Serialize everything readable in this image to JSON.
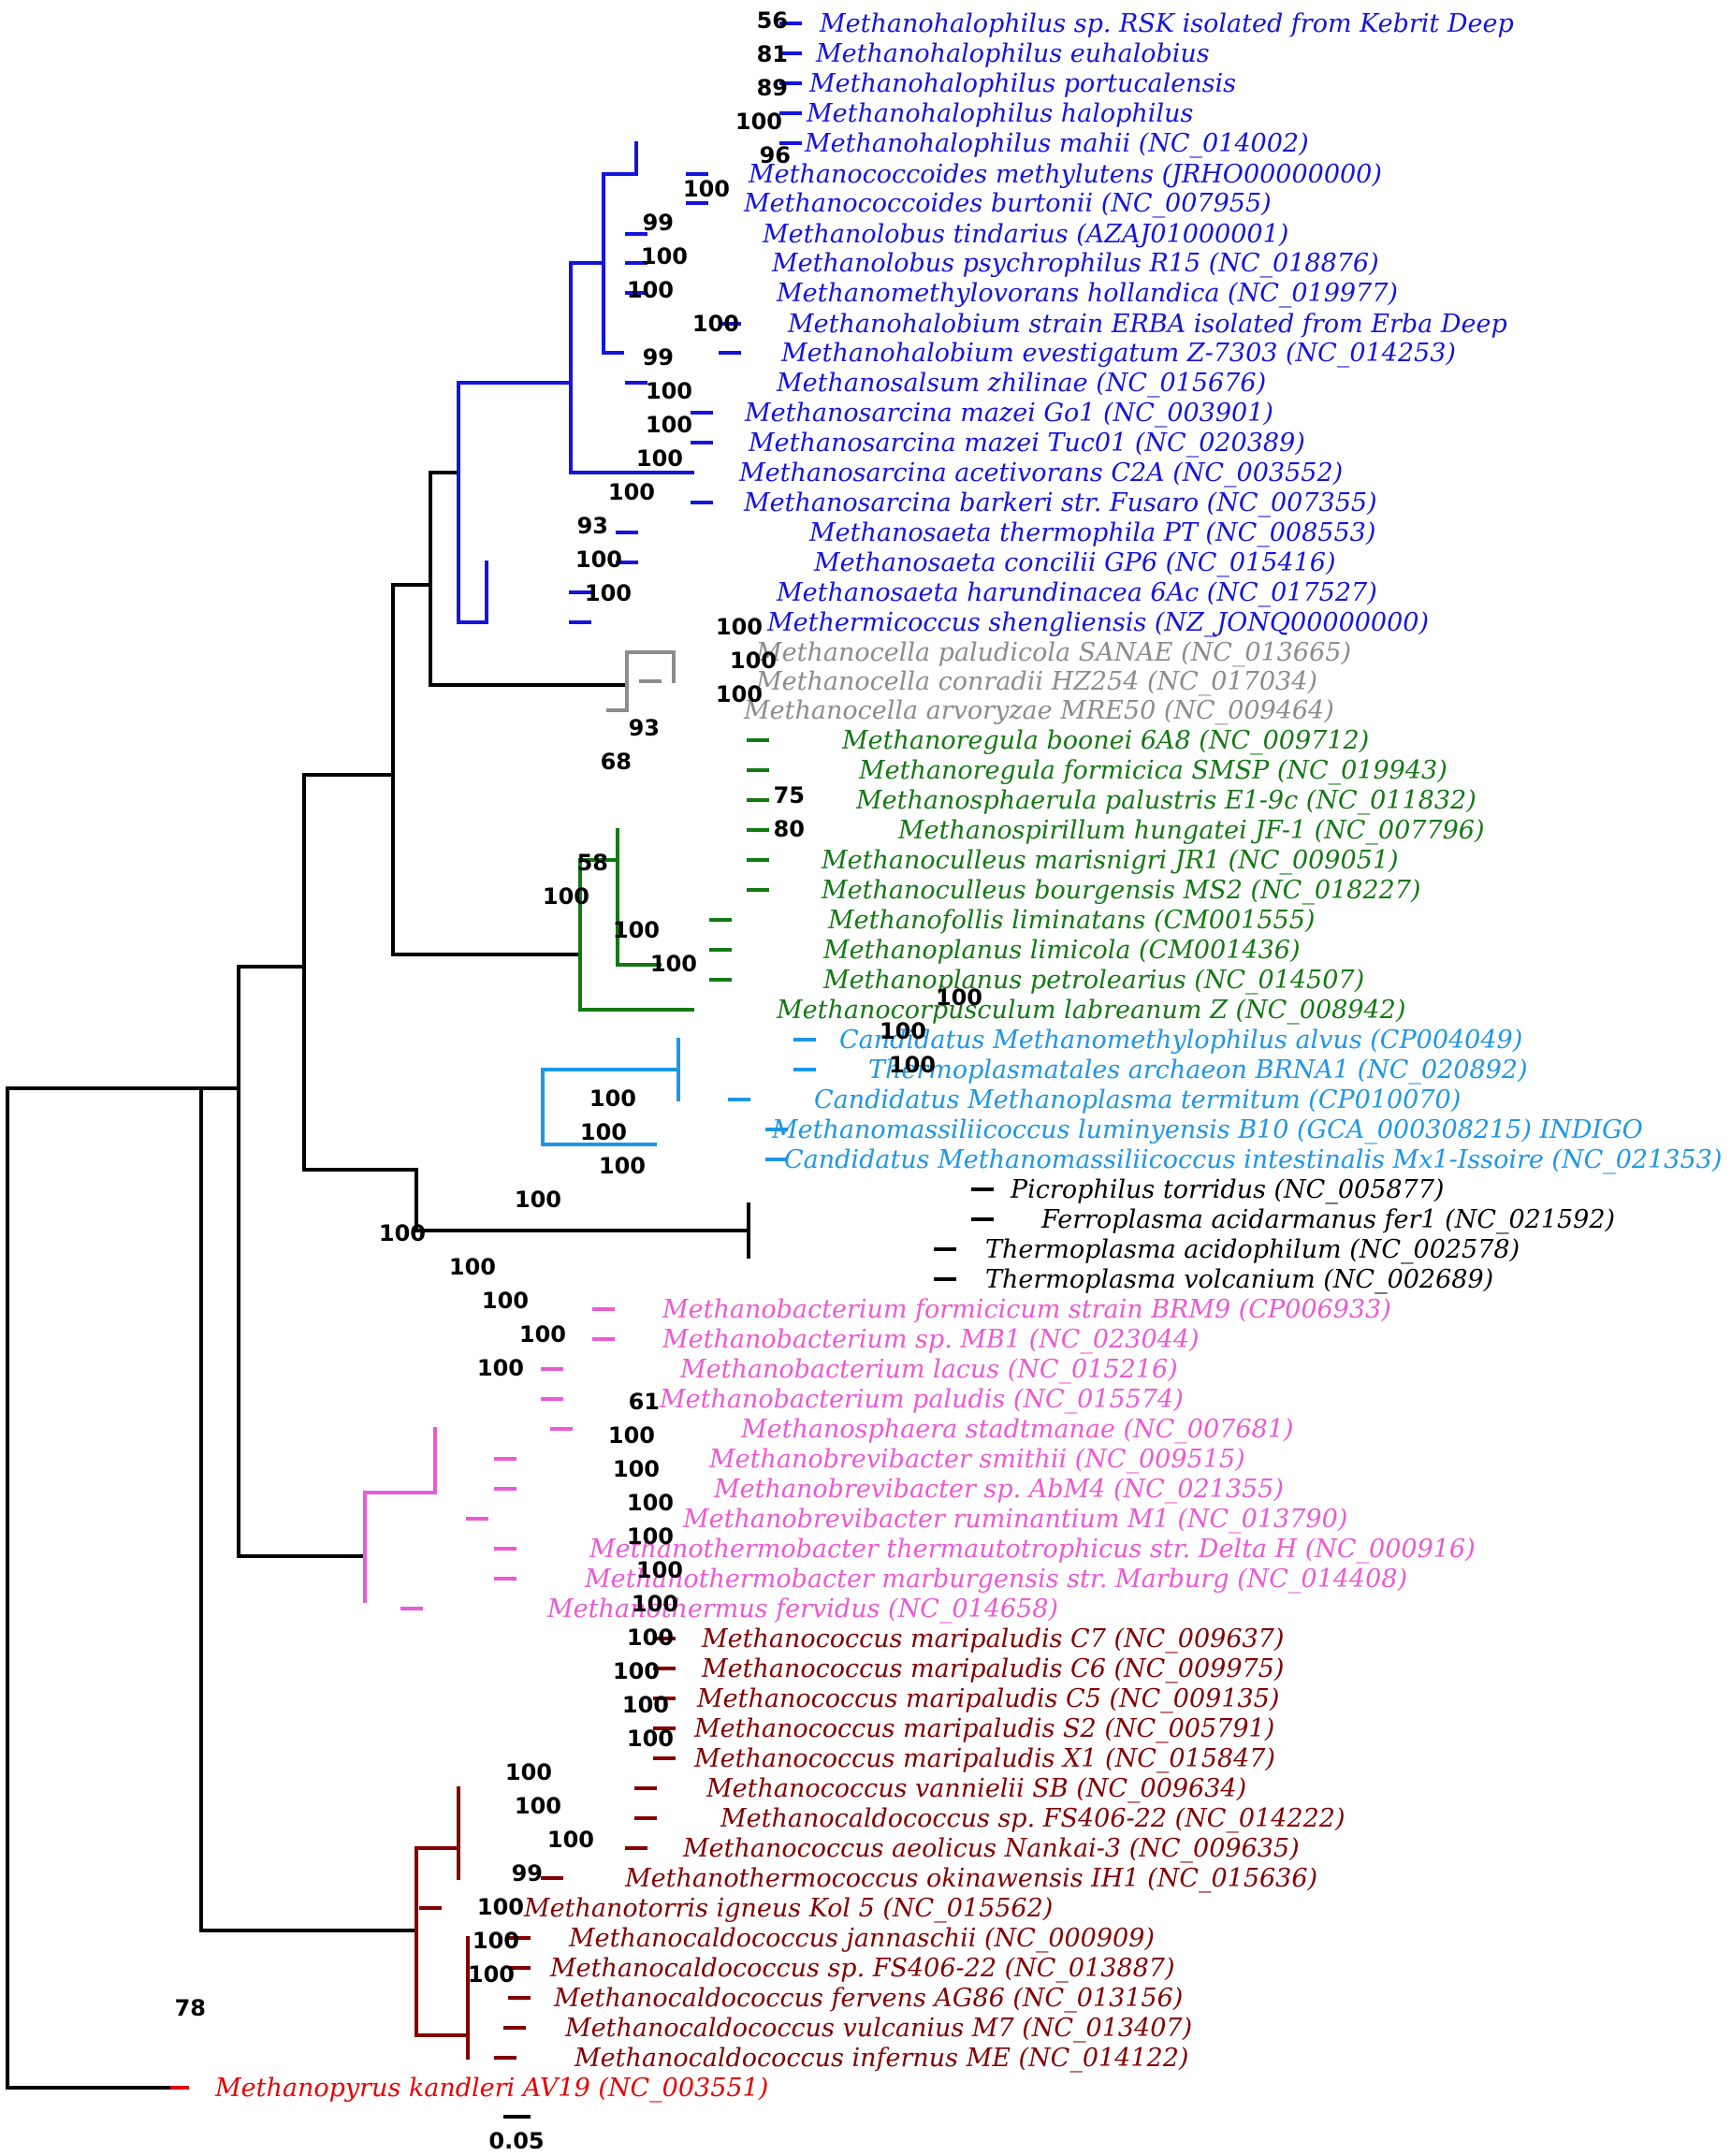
{
  "colors": {
    "black": "#000000",
    "blue": "#1414dc",
    "gray": "#8c8c8c",
    "green": "#147814",
    "lightblue": "#1e96e6",
    "magenta": "#eb5ad2",
    "darkred": "#820000",
    "red": "#e60000"
  },
  "tree": {
    "taxa": [
      {
        "name": "Methanohalophilus sp. RSK isolated from Kebrit Deep",
        "color": "blue"
      },
      {
        "name": "Methanohalophilus euhalobius",
        "color": "blue"
      },
      {
        "name": "Methanohalophilus portucalensis",
        "color": "blue"
      },
      {
        "name": "Methanohalophilus halophilus",
        "color": "blue"
      },
      {
        "name": "Methanohalophilus mahii (NC_014002)",
        "color": "blue"
      },
      {
        "name": "Methanococcoides methylutens (JRHO00000000)",
        "color": "blue"
      },
      {
        "name": "Methanococcoides burtonii (NC_007955)",
        "color": "blue"
      },
      {
        "name": "Methanolobus tindarius (AZAJ01000001)",
        "color": "blue"
      },
      {
        "name": "Methanolobus psychrophilus R15 (NC_018876)",
        "color": "blue"
      },
      {
        "name": "Methanomethylovorans hollandica (NC_019977)",
        "color": "blue"
      },
      {
        "name": "Methanohalobium strain ERBA isolated from Erba Deep",
        "color": "blue"
      },
      {
        "name": "Methanohalobium evestigatum Z-7303 (NC_014253)",
        "color": "blue"
      },
      {
        "name": "Methanosalsum zhilinae (NC_015676)",
        "color": "blue"
      },
      {
        "name": "Methanosarcina mazei Go1 (NC_003901)",
        "color": "blue"
      },
      {
        "name": "Methanosarcina mazei Tuc01 (NC_020389)",
        "color": "blue"
      },
      {
        "name": "Methanosarcina acetivorans C2A (NC_003552)",
        "color": "blue"
      },
      {
        "name": "Methanosarcina barkeri str. Fusaro (NC_007355)",
        "color": "blue"
      },
      {
        "name": "Methanosaeta thermophila PT (NC_008553)",
        "color": "blue"
      },
      {
        "name": "Methanosaeta concilii GP6 (NC_015416)",
        "color": "blue"
      },
      {
        "name": "Methanosaeta harundinacea 6Ac (NC_017527)",
        "color": "blue"
      },
      {
        "name": "Methermicoccus shengliensis (NZ_JONQ00000000)",
        "color": "blue"
      },
      {
        "name": "Methanocella paludicola SANAE (NC_013665)",
        "color": "gray"
      },
      {
        "name": "Methanocella conradii HZ254 (NC_017034)",
        "color": "gray"
      },
      {
        "name": "Methanocella arvoryzae MRE50 (NC_009464)",
        "color": "gray"
      },
      {
        "name": "Methanoregula boonei 6A8 (NC_009712)",
        "color": "green"
      },
      {
        "name": "Methanoregula formicica SMSP (NC_019943)",
        "color": "green"
      },
      {
        "name": "Methanosphaerula palustris E1-9c (NC_011832)",
        "color": "green"
      },
      {
        "name": "Methanospirillum hungatei JF-1 (NC_007796)",
        "color": "green"
      },
      {
        "name": "Methanoculleus marisnigri JR1 (NC_009051)",
        "color": "green"
      },
      {
        "name": "Methanoculleus bourgensis MS2 (NC_018227)",
        "color": "green"
      },
      {
        "name": "Methanofollis liminatans (CM001555)",
        "color": "green"
      },
      {
        "name": "Methanoplanus limicola (CM001436)",
        "color": "green"
      },
      {
        "name": "Methanoplanus petrolearius (NC_014507)",
        "color": "green"
      },
      {
        "name": "Methanocorpusculum labreanum Z (NC_008942)",
        "color": "green"
      },
      {
        "name": "Candidatus Methanomethylophilus alvus (CP004049)",
        "color": "lightblue"
      },
      {
        "name": "Thermoplasmatales archaeon BRNA1 (NC_020892)",
        "color": "lightblue"
      },
      {
        "name": "Candidatus Methanoplasma termitum (CP010070)",
        "color": "lightblue"
      },
      {
        "name": "Methanomassiliicoccus luminyensis B10 (GCA_000308215) INDIGO",
        "color": "lightblue"
      },
      {
        "name": "Candidatus Methanomassiliicoccus intestinalis Mx1-Issoire (NC_021353)",
        "color": "lightblue"
      },
      {
        "name": "Picrophilus torridus (NC_005877)",
        "color": "black"
      },
      {
        "name": "Ferroplasma acidarmanus fer1 (NC_021592)",
        "color": "black"
      },
      {
        "name": "Thermoplasma acidophilum (NC_002578)",
        "color": "black"
      },
      {
        "name": "Thermoplasma volcanium (NC_002689)",
        "color": "black"
      },
      {
        "name": "Methanobacterium formicicum strain BRM9 (CP006933)",
        "color": "magenta"
      },
      {
        "name": "Methanobacterium sp. MB1 (NC_023044)",
        "color": "magenta"
      },
      {
        "name": "Methanobacterium lacus (NC_015216)",
        "color": "magenta"
      },
      {
        "name": "Methanobacterium paludis (NC_015574)",
        "color": "magenta"
      },
      {
        "name": "Methanosphaera stadtmanae (NC_007681)",
        "color": "magenta"
      },
      {
        "name": "Methanobrevibacter smithii (NC_009515)",
        "color": "magenta"
      },
      {
        "name": "Methanobrevibacter sp. AbM4 (NC_021355)",
        "color": "magenta"
      },
      {
        "name": "Methanobrevibacter ruminantium M1 (NC_013790)",
        "color": "magenta"
      },
      {
        "name": "Methanothermobacter thermautotrophicus str. Delta H (NC_000916)",
        "color": "magenta"
      },
      {
        "name": "Methanothermobacter marburgensis str. Marburg (NC_014408)",
        "color": "magenta"
      },
      {
        "name": "Methanothermus fervidus (NC_014658)",
        "color": "magenta"
      },
      {
        "name": "Methanococcus maripaludis C7 (NC_009637)",
        "color": "darkred"
      },
      {
        "name": "Methanococcus maripaludis C6 (NC_009975)",
        "color": "darkred"
      },
      {
        "name": "Methanococcus maripaludis C5 (NC_009135)",
        "color": "darkred"
      },
      {
        "name": "Methanococcus maripaludis S2 (NC_005791)",
        "color": "darkred"
      },
      {
        "name": "Methanococcus maripaludis X1 (NC_015847)",
        "color": "darkred"
      },
      {
        "name": "Methanococcus vannielii SB (NC_009634)",
        "color": "darkred"
      },
      {
        "name": "Methanocaldococcus sp. FS406-22 (NC_014222)",
        "color": "darkred"
      },
      {
        "name": "Methanococcus aeolicus Nankai-3 (NC_009635)",
        "color": "darkred"
      },
      {
        "name": "Methanothermococcus okinawensis IH1 (NC_015636)",
        "color": "darkred"
      },
      {
        "name": "Methanotorris igneus Kol 5 (NC_015562)",
        "color": "darkred"
      },
      {
        "name": "Methanocaldococcus jannaschii (NC_000909)",
        "color": "darkred"
      },
      {
        "name": "Methanocaldococcus sp. FS406-22 (NC_013887)",
        "color": "darkred"
      },
      {
        "name": "Methanocaldococcus fervens AG86 (NC_013156)",
        "color": "darkred"
      },
      {
        "name": "Methanocaldococcus vulcanius M7 (NC_013407)",
        "color": "darkred"
      },
      {
        "name": "Methanocaldococcus infernus ME (NC_014122)",
        "color": "darkred"
      },
      {
        "name": "Methanopyrus kandleri AV19 (NC_003551)",
        "color": "red"
      }
    ],
    "support_values": [
      "56",
      "81",
      "89",
      "100",
      "96",
      "100",
      "99",
      "100",
      "100",
      "100",
      "99",
      "100",
      "100",
      "100",
      "100",
      "93",
      "100",
      "100",
      "100",
      "100",
      "100",
      "93",
      "68",
      "75",
      "80",
      "58",
      "100",
      "100",
      "100",
      "100",
      "100",
      "100",
      "100",
      "100",
      "100",
      "100",
      "100",
      "100",
      "100",
      "100",
      "100",
      "61",
      "100",
      "100",
      "100",
      "100",
      "100",
      "100",
      "100",
      "100",
      "100",
      "100",
      "100",
      "100",
      "100",
      "99",
      "100",
      "100",
      "100",
      "78"
    ],
    "scale_bar_label": "0.05"
  }
}
